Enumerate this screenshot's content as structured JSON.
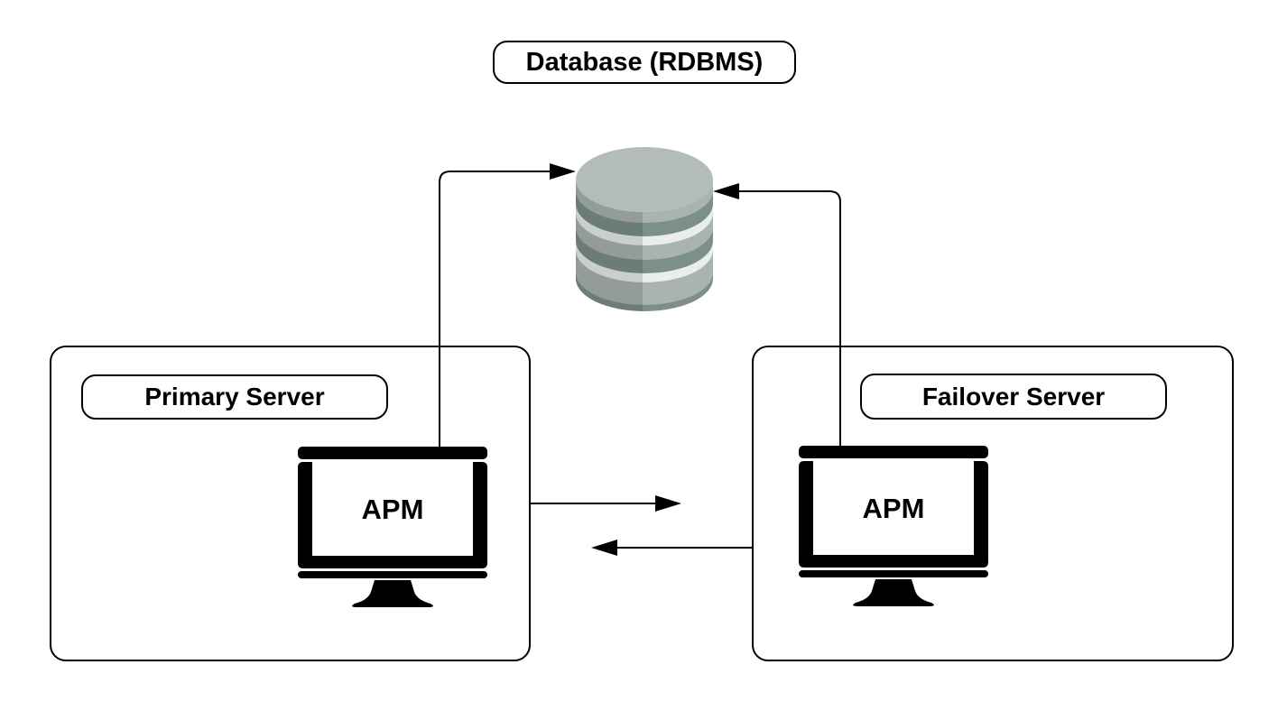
{
  "canvas": {
    "background": "#ffffff",
    "line_color": "#000000"
  },
  "database": {
    "label": "Database (RDBMS)",
    "colors": {
      "top": "#b4bcbb",
      "body": "#a9b4b2",
      "band_dark": "#7d8f8a",
      "band_light": "#e9eeec"
    }
  },
  "primary_server": {
    "label": "Primary Server",
    "node_label": "APM"
  },
  "failover_server": {
    "label": "Failover Server",
    "node_label": "APM"
  },
  "connections": [
    {
      "from": "primary-apm",
      "to": "database"
    },
    {
      "from": "failover-apm",
      "to": "database"
    },
    {
      "from": "primary-server",
      "to": "failover-server"
    },
    {
      "from": "failover-server",
      "to": "primary-server"
    }
  ]
}
